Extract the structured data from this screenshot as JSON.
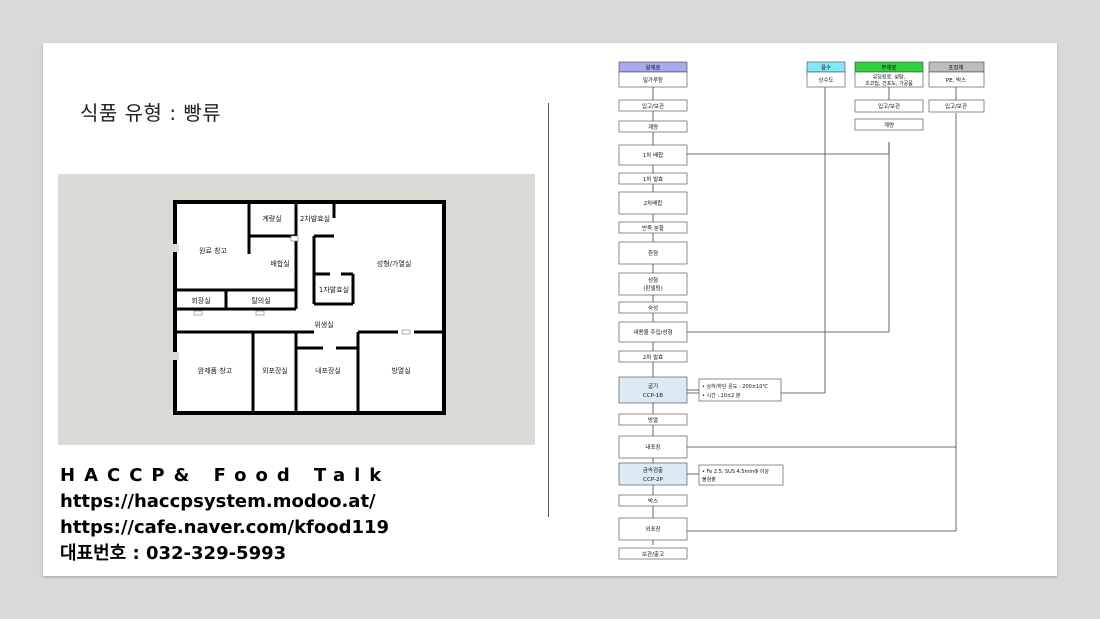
{
  "slide": {
    "title": "식품 유형 : 빵류",
    "contact": {
      "brand": "HACCP& Food Talk",
      "site1": "https://haccpsystem.modoo.at/",
      "site2": "https://cafe.naver.com/kfood119",
      "phone": "대표번호 : 032-329-5993"
    }
  },
  "floorplan": {
    "rooms": {
      "weighing": "계량실",
      "ferment2": "2차발효실",
      "raw_storage": "원료 창고",
      "mixing": "배합실",
      "shaping_baking": "성형/가열실",
      "ferment1": "1차발효실",
      "meeting": "회장실",
      "locker": "탈의실",
      "sanitation": "위생실",
      "product_storage": "완제품 창고",
      "outer_packing": "외포장실",
      "inner_packing": "내포장실",
      "cooling": "방열실"
    }
  },
  "flowchart": {
    "headers": {
      "main": "원재료",
      "water": "용수",
      "sub": "부재료",
      "packaging": "포장재"
    },
    "subtitles": {
      "main": "밀가루등",
      "water": "상수도",
      "sub_line1": "유당원료, 설탕,",
      "sub_line2": "초코칩, 건포도, 가공품",
      "packaging": "PE, 박스"
    },
    "steps": {
      "receive": "입고/보관",
      "sub_receive": "입고/보관",
      "pack_receive": "입고/보관",
      "weigh": "계량",
      "sub_weigh": "계량",
      "mix1": "1차 배합",
      "ferm1": "1차 발효",
      "mix2": "2차배합",
      "dough_div": "반죽 분할",
      "round": "환형",
      "shape_line1": "성형",
      "shape_line2": "(판넬링)",
      "ferm_mid": "숙성",
      "topping": "내용물 주입/성형",
      "ferm2": "2차 발효",
      "bake_line1": "굽기",
      "bake_line2": "CCP-1B",
      "cool": "방열",
      "inner_pack": "내포장",
      "metal_line1": "금속검출",
      "metal_line2": "CCP-2P",
      "box": "박스",
      "outer_pack": "외포장",
      "store": "보관/출고"
    },
    "notes": {
      "bake_1": "• 상하/하단 온도 : 200±10℃",
      "bake_2": "• 시간 : 10±2 분",
      "metal_1": "• Fe 2.5, SUS 4.5mmΦ 이상",
      "metal_2": "  불검출"
    },
    "colors": {
      "main_header": "#a9a9f0",
      "water_header": "#7fe9f7",
      "sub_header": "#2fcf3f",
      "packaging_header": "#bdbdbd",
      "ccp_box": "#dde9f4"
    }
  }
}
